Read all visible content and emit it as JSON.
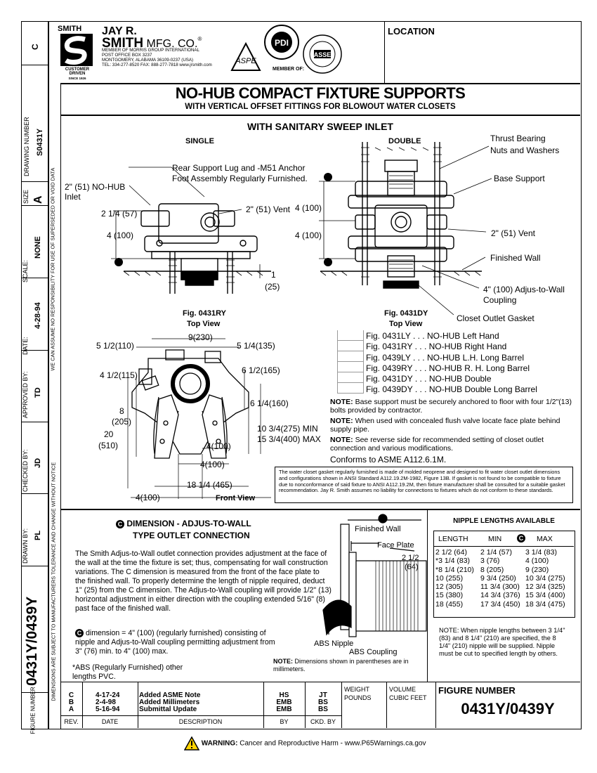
{
  "side": {
    "rev_letter": "C",
    "drawing_number_label": "DRAWING NUMBER",
    "drawing_number": "S0431Y",
    "size_label": "SIZE",
    "size": "A",
    "scale_label": "SCALE:",
    "scale": "NONE",
    "date_label": "DATE:",
    "date": "4-28-94",
    "approved_label": "APPROVED BY:",
    "approved": "TD",
    "checked_label": "CHECKED BY:",
    "checked": "JD",
    "drawn_label": "DRAWN BY:",
    "drawn": "PL",
    "figure_label": "FIGURE NUMBER",
    "figure": "0431Y/0439Y",
    "disclaimer_top": "WE CAN ASSUME NO RESPONSIBILITY FOR USE OF SUPERSEDED OR VOID DATA",
    "disclaimer_bottom": "DIMENSIONS ARE SUBJECT TO MANUFACTURERS TOLERANCE AND CHANGE WITHOUT NOTICE"
  },
  "header": {
    "smith_small": "SMITH",
    "customer_driven": "CUSTOMER DRIVEN",
    "since": "SINCE 1926",
    "jay_r": "JAY R.",
    "smith": "SMITH",
    "mfg": " MFG. CO.",
    "address": [
      "MEMBER OF MORRIS GROUP INTERNATIONAL",
      "POST OFFICE BOX 3237",
      "MONTGOMERY, ALABAMA 36109-0237 (USA)",
      "TEL: 334-277-8520  FAX: 888-277-7818  www.jrsmith.com"
    ],
    "member_of": "MEMBER OF:",
    "aspe": "ASPE",
    "pdi": "PDI",
    "assa": "ASSE",
    "location_label": "LOCATION"
  },
  "title": {
    "main": "NO-HUB COMPACT FIXTURE SUPPORTS",
    "sub": "WITH VERTICAL OFFSET FITTINGS FOR BLOWOUT WATER CLOSETS",
    "section": "WITH SANITARY SWEEP INLET"
  },
  "views": {
    "single": "SINGLE",
    "double": "DOUBLE",
    "fig_ry": "Fig. 0431RY",
    "fig_dy": "Fig. 0431DY",
    "top_view": "Top View",
    "front_view": "Front View"
  },
  "callouts": {
    "rear_lug": "Rear Support Lug and -M51 Anchor",
    "rear_lug2": "Foot Assembly Regularly Furnished.",
    "nohub_inlet": "2\" (51) NO-HUB",
    "nohub_inlet2": "Inlet",
    "d_2_14": "2 1/4 (57)",
    "vent_single": "2\" (51) Vent",
    "d_4_single": "4 (100)",
    "d_1": "1",
    "d_25": "(25)",
    "thrust": "Thrust Bearing",
    "thrust2": "Nuts and Washers",
    "base_support": "Base Support",
    "d_4_dbl_a": "4 (100)",
    "d_4_dbl_b": "4 (100)",
    "vent_double": "2\" (51) Vent",
    "finished_wall": "Finished Wall",
    "adjus": "4\" (100) Adjus-to-Wall",
    "adjus2": "Coupling",
    "gasket": "Closet Outlet Gasket"
  },
  "front": {
    "d9": "9(230)",
    "d5_12": "5 1/2(110)",
    "d5_14": "5 1/4(135)",
    "d4_12": "4 1/2(115)",
    "d6_12": "6 1/2(165)",
    "d6_14": "6 1/4(160)",
    "d8": "8",
    "d8b": "(205)",
    "d20": "20",
    "d20b": "(510)",
    "d10": "10 3/4(275) MIN",
    "d15": "15 3/4(400) MAX",
    "d4a": "4(100)",
    "d4b": "4(100)",
    "d18": "18 1/4 (465)",
    "d4c": "4(100)"
  },
  "figures": [
    "Fig. 0431LY . . . NO-HUB Left Hand",
    "Fig. 0431RY . . . NO-HUB Right Hand",
    "Fig. 0439LY . . . NO-HUB L.H. Long Barrel",
    "Fig. 0439RY . . . NO-HUB R. H. Long Barrel",
    "Fig. 0431DY . . . NO-HUB Double",
    "Fig. 0439DY . . . NO-HUB Double Long Barrel"
  ],
  "notes": [
    {
      "label": "NOTE:",
      "text": " Base support must be securely anchored to floor with four 1/2\"(13) bolts provided by contractor."
    },
    {
      "label": "NOTE:",
      "text": " When used with concealed flush valve locate face plate behind supply pipe."
    },
    {
      "label": "NOTE:",
      "text": "  See reverse side for recommended setting of closet outlet connection and various modifications."
    }
  ],
  "conforms": "Conforms to ASME A112.6.1M.",
  "gasket_note": "The water closet gasket regularly furnished is made of molded neoprene and designed to fit water closet outlet dimensions and configurations shown in ANSI Standard A112.19.2M-1982, Figure 13B. If gasket is not found to be compatible to fixture due to nonconformance of said fixture to ANSI A112.19.2M, then fixture manufacturer shall be consulted for a suitable gasket recommendation. Jay R. Smith assumes no liability for connections to fixtures which do not conform to these standards.",
  "dimension": {
    "heading": "DIMENSION - ADJUS-TO-WALL",
    "heading2": "TYPE OUTLET CONNECTION",
    "para": "The Smith Adjus-to-Wall outlet connection provides adjustment at the face of the wall at the time the fixture is set; thus, compensating for wall construction variations. The C dimension is measured from the front of the face plate to the finished wall.  To properly determine the length of nipple required, deduct 1\" (25) from the C dimension.  The Adjus-to-Wall coupling will provide 1/2\" (13) horizontal adjustment in either direction with the coupling extended 5/16\" (8) past face of the finished wall.",
    "para2": "dimension = 4\" (100) (regularly furnished) consisting of nipple and Adjus-to-Wall coupling permitting adjustment from 3\" (76) min. to 4\" (100) max.",
    "abs_note": "*ABS (Regularly Furnished) other lengths PVC.",
    "finished_wall": "Finished Wall",
    "face_plate": "Face Plate",
    "d_2_12": "2 1/2",
    "d_64": "(64)",
    "abs_nipple": "ABS Nipple",
    "abs_coupling": "ABS Coupling",
    "mm_note_label": "NOTE:",
    "mm_note": " Dimensions shown in parentheses are in millimeters.",
    "c": "C"
  },
  "nipple": {
    "title": "NIPPLE LENGTHS AVAILABLE",
    "headers": [
      "LENGTH",
      "MIN",
      "MAX"
    ],
    "rows": [
      [
        "2 1/2 (64)",
        "2 1/4 (57)",
        "3 1/4 (83)"
      ],
      [
        "*3 1/4 (83)",
        "3 (76)",
        "4 (100)"
      ],
      [
        "*8 1/4 (210)",
        "8 (205)",
        "9 (230)"
      ],
      [
        "10 (255)",
        "9 3/4 (250)",
        "10 3/4 (275)"
      ],
      [
        "12 (305)",
        "11 3/4 (300)",
        "12 3/4 (325)"
      ],
      [
        "15 (380)",
        "14 3/4 (376)",
        "15 3/4 (400)"
      ],
      [
        "18 (455)",
        "17 3/4 (450)",
        "18 3/4 (475)"
      ]
    ],
    "note": "NOTE:  When nipple lengths between 3 1/4\" (83) and 8 1/4\" (210) are specified, the 8 1/4\" (210) nipple will be supplied. Nipple must be cut to specified length by others."
  },
  "revisions": {
    "letters": [
      "C",
      "B",
      "A"
    ],
    "dates": [
      "4-17-24",
      "2-4-98",
      "5-16-94"
    ],
    "descriptions": [
      "Added ASME Note",
      "Added Millimeters",
      "Submittal Update"
    ],
    "by": [
      "HS",
      "EMB",
      "EMB"
    ],
    "ckd": [
      "JT",
      "BS",
      "BS"
    ],
    "h_rev": "REV.",
    "h_date": "DATE",
    "h_desc": "DESCRIPTION",
    "h_by": "BY",
    "h_ckd": "CKD. BY"
  },
  "footer": {
    "weight": "WEIGHT",
    "pounds": "POUNDS",
    "volume": "VOLUME",
    "cubic_feet": "CUBIC FEET",
    "figure_number_label": "FIGURE NUMBER",
    "figure_number": "0431Y/0439Y",
    "warning_label": "WARNING:",
    "warning_text": " Cancer and Reproductive Harm - www.P65Warnings.ca.gov"
  }
}
